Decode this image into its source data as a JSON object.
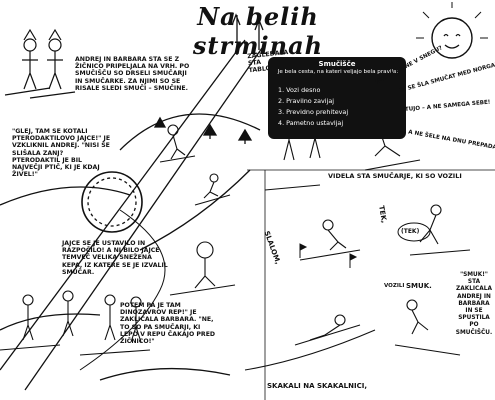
{
  "title": "Na belih strminah",
  "panel1_text": "Andrej in Barbara sta se z žičnico pripeljala na vrh. Po smučišču so drseli smučarji in smučarke. Za njimi so se risale sledi smuči – smučine.",
  "panel2_text": "\"Glej, tam se kotali pterodaktilovo jajce!\" je vzkliknil Andrej. \"Nisi še slišala zanj? Pterodaktil je bil največji ptič, ki je kdaj živel!\"",
  "panel3_text": "Jajce se je ustavilo in razpočilo! A ni bilo jajce temveč velika snežena kepa, iz katere se je izvalil smučar.",
  "panel4_text": "Potem pa je tam dinozavrov rep!\" je zaklicala Barbara. \"Ne, to so pa smučarji, ki lepo v repu čakajo pred žičnico!\"",
  "sign": {
    "top": "Zagledala sta tablo:",
    "title": "Smučišče",
    "intro": "Je bela cesta, na kateri veljajo bela pravila:",
    "rules": [
      "1. Vozi desno",
      "2. Pravilno zavijaj",
      "3. Previdno prehitevaj",
      "4. Pametno ustavljaj"
    ]
  },
  "sun_rays": [
    "Hihihi – a ne v snegu?",
    "Bi se šla smučat med norgami!",
    "Tujo – a ne samega sebe!",
    "... a ne šele na dnu prepada!"
  ],
  "videla": "Videla sta smučarje, ki so vozili",
  "slalom": "Slalom,",
  "tek": "Tek,",
  "tek_bubble": "(Tek)",
  "smuk": "Smuk.",
  "skakali": "Skakali na skakalnici,",
  "last_text": "\"Smuk!\" sta zaklicala Andrej in Barbara in se spustila po smučišču.",
  "vozili": "Vozili"
}
